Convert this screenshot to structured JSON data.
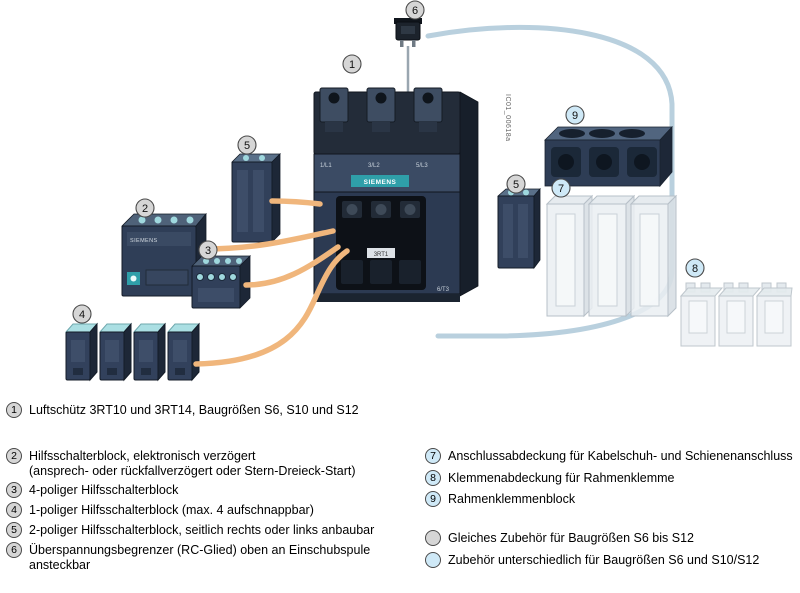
{
  "diagram": {
    "code_label": "IC01_00618a",
    "contactor": {
      "brand": "SIEMENS",
      "terminals": [
        "1/L1",
        "3/L2",
        "5/L3"
      ],
      "terminal_bottom": "6/T3",
      "type_label": "3RT1"
    },
    "aux_block_brand": "SIEMENS",
    "callouts": {
      "c1": {
        "num": "1",
        "kind": "gray"
      },
      "c2": {
        "num": "2",
        "kind": "gray"
      },
      "c3": {
        "num": "3",
        "kind": "gray"
      },
      "c4": {
        "num": "4",
        "kind": "gray"
      },
      "c5_left": {
        "num": "5",
        "kind": "gray"
      },
      "c5_right": {
        "num": "5",
        "kind": "gray"
      },
      "c6": {
        "num": "6",
        "kind": "gray"
      },
      "c7": {
        "num": "7",
        "kind": "blue"
      },
      "c8": {
        "num": "8",
        "kind": "blue"
      },
      "c9": {
        "num": "9",
        "kind": "blue"
      }
    }
  },
  "legend": {
    "items": [
      {
        "num": "1",
        "kind": "gray",
        "text": "Luftschütz 3RT10 und 3RT14, Baugrößen S6, S10 und S12"
      },
      {
        "num": "2",
        "kind": "gray",
        "text": "Hilfsschalterblock, elektronisch verzögert",
        "text2": "(ansprech- oder rückfallverzögert oder Stern-Dreieck-Start)"
      },
      {
        "num": "3",
        "kind": "gray",
        "text": "4-poliger Hilfsschalterblock"
      },
      {
        "num": "4",
        "kind": "gray",
        "text": "1-poliger Hilfsschalterblock (max. 4 aufschnappbar)"
      },
      {
        "num": "5",
        "kind": "gray",
        "text": "2-poliger Hilfsschalterblock, seitlich rechts oder links anbaubar"
      },
      {
        "num": "6",
        "kind": "gray",
        "text": "Überspannungsbegrenzer (RC-Glied) oben an Einschubspule",
        "text2": "ansteckbar"
      },
      {
        "num": "7",
        "kind": "blue",
        "text": "Anschlussabdeckung für Kabelschuh- und Schienenanschluss"
      },
      {
        "num": "8",
        "kind": "blue",
        "text": "Klemmenabdeckung für Rahmenklemme"
      },
      {
        "num": "9",
        "kind": "blue",
        "text": "Rahmenklemmenblock"
      }
    ],
    "key": [
      {
        "kind": "gray",
        "text": "Gleiches Zubehör für Baugrößen S6 bis S12"
      },
      {
        "kind": "blue",
        "text": "Zubehör unterschiedlich für Baugrößen S6 und S10/S12"
      }
    ]
  },
  "colors": {
    "callout_gray": "#d6d6d6",
    "callout_blue": "#cfe9f7",
    "line_orange": "#f0b67c",
    "line_blue": "#b9d0de",
    "housing_navy": "#2e3d55",
    "accent_teal": "#2f9fa9",
    "aux_top_cyan": "#abdfe3"
  }
}
